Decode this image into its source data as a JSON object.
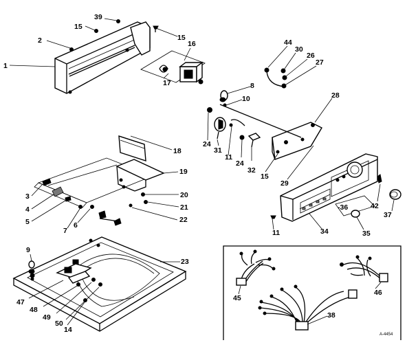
{
  "diagram": {
    "part_labels": [
      "39",
      "15",
      "2",
      "1",
      "15",
      "16",
      "17",
      "44",
      "30",
      "26",
      "27",
      "8",
      "10",
      "28",
      "24",
      "31",
      "11",
      "24",
      "32",
      "15",
      "29",
      "18",
      "19",
      "20",
      "21",
      "22",
      "3",
      "4",
      "5",
      "7",
      "6",
      "9",
      "23",
      "34",
      "42",
      "37",
      "-36",
      "35",
      "11",
      "47",
      "48",
      "49",
      "50",
      "14",
      "45",
      "46",
      "38"
    ],
    "corner_code": "A-4454"
  }
}
